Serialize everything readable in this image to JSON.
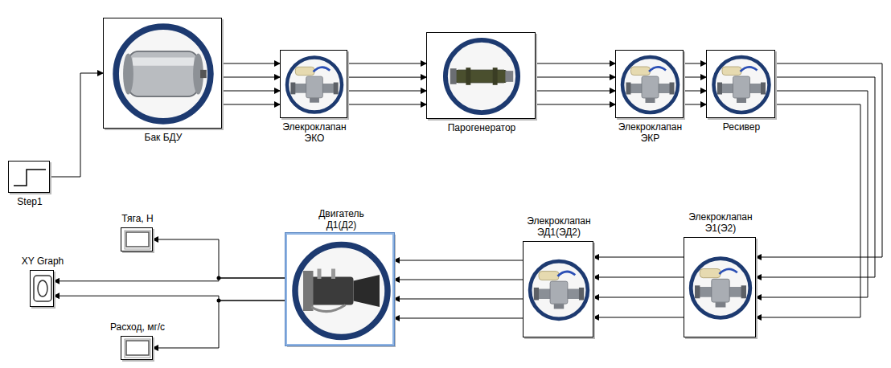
{
  "diagram": {
    "nodes": [
      {
        "text": [
          "Step1"
        ]
      },
      {
        "text": [
          "Бак БДУ"
        ]
      },
      {
        "text": [
          "Элекроклапан ЭКО"
        ]
      },
      {
        "text": [
          "Парогенератор"
        ]
      },
      {
        "text": [
          "Элекроклапан ЭКР"
        ]
      },
      {
        "text": [
          "Ресивер"
        ]
      },
      {
        "text": [
          "Элекроклапан Э1(Э2)"
        ]
      },
      {
        "text": [
          "Элекроклапан ЭД1(ЭД2)"
        ]
      },
      {
        "text": [
          "Двигатель Д1(Д2)"
        ]
      },
      {
        "text": [
          "Тяга, Н"
        ]
      },
      {
        "text": [
          "XY Graph"
        ]
      },
      {
        "text": [
          "Расход, мг/с"
        ]
      }
    ],
    "edges": [
      {
        "from": 0,
        "to": 1,
        "arrow": "to"
      },
      {
        "from": 1,
        "to": 2,
        "arrow": "to"
      },
      {
        "from": 1,
        "to": 2,
        "arrow": "to"
      },
      {
        "from": 1,
        "to": 2,
        "arrow": "to"
      },
      {
        "from": 1,
        "to": 2,
        "arrow": "to"
      },
      {
        "from": 2,
        "to": 3,
        "arrow": "to"
      },
      {
        "from": 2,
        "to": 3,
        "arrow": "to"
      },
      {
        "from": 2,
        "to": 3,
        "arrow": "to"
      },
      {
        "from": 2,
        "to": 3,
        "arrow": "to"
      },
      {
        "from": 3,
        "to": 4,
        "arrow": "to"
      },
      {
        "from": 3,
        "to": 4,
        "arrow": "to"
      },
      {
        "from": 3,
        "to": 4,
        "arrow": "to"
      },
      {
        "from": 3,
        "to": 4,
        "arrow": "to"
      },
      {
        "from": 4,
        "to": 5,
        "arrow": "to"
      },
      {
        "from": 4,
        "to": 5,
        "arrow": "to"
      },
      {
        "from": 4,
        "to": 5,
        "arrow": "to"
      },
      {
        "from": 4,
        "to": 5,
        "arrow": "to"
      },
      {
        "from": 5,
        "to": 6,
        "arrow": "to"
      },
      {
        "from": 5,
        "to": 6,
        "arrow": "to"
      },
      {
        "from": 5,
        "to": 6,
        "arrow": "to"
      },
      {
        "from": 5,
        "to": 6,
        "arrow": "to"
      },
      {
        "from": 6,
        "to": 7,
        "arrow": "to"
      },
      {
        "from": 6,
        "to": 7,
        "arrow": "to"
      },
      {
        "from": 6,
        "to": 7,
        "arrow": "to"
      },
      {
        "from": 6,
        "to": 7,
        "arrow": "to"
      },
      {
        "from": 7,
        "to": 8,
        "arrow": "to"
      },
      {
        "from": 7,
        "to": 8,
        "arrow": "to"
      },
      {
        "from": 7,
        "to": 8,
        "arrow": "to"
      },
      {
        "from": 7,
        "to": 8,
        "arrow": "to"
      },
      {
        "from": 8,
        "to": 9,
        "arrow": "to"
      },
      {
        "from": 8,
        "to": 10,
        "arrow": "to"
      },
      {
        "from": 8,
        "to": 10,
        "arrow": "to"
      },
      {
        "from": 8,
        "to": 11,
        "arrow": "to"
      }
    ]
  }
}
